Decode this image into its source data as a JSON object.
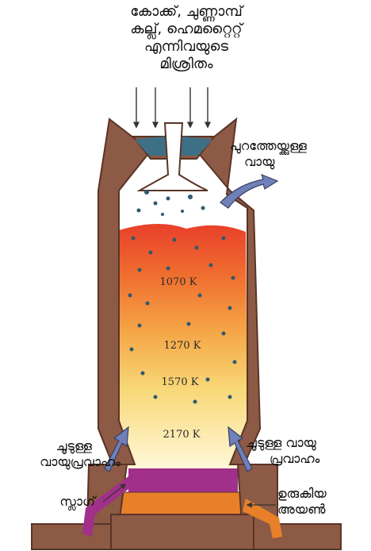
{
  "input": {
    "lines": [
      "കോക്ക്, ചുണ്ണാമ്പ്",
      "കല്ല്, ഹെമറ്റൈറ്റ്",
      "എന്നിവയുടെ",
      "മിശ്രിതം"
    ]
  },
  "outlet_gas": {
    "lines": [
      "പുറത്തേയ്ക്കുള്ള",
      "വായു"
    ]
  },
  "hot_air_left": {
    "lines": [
      "ചൂടുള്ള",
      "വായുപ്രവാഹം"
    ]
  },
  "hot_air_right": {
    "lines": [
      "ചൂടുള്ള വായു",
      "പ്രവാഹം"
    ]
  },
  "slag": {
    "label": "സ്ലാഗ്"
  },
  "molten_iron": {
    "lines": [
      "ഉരുകിയ",
      "അയൺ"
    ]
  },
  "temperatures": [
    "1070 K",
    "1270 K",
    "1570 K",
    "2170 K"
  ],
  "colors": {
    "wall": "#8c5a45",
    "wall_edge": "#5a3426",
    "hot_top": "#e8402a",
    "hot_mid": "#f5a040",
    "warm": "#f7d060",
    "cool": "#fff3c0",
    "slag": "#a0308a",
    "iron": "#e8802a",
    "arrow": "#7080b8"
  }
}
